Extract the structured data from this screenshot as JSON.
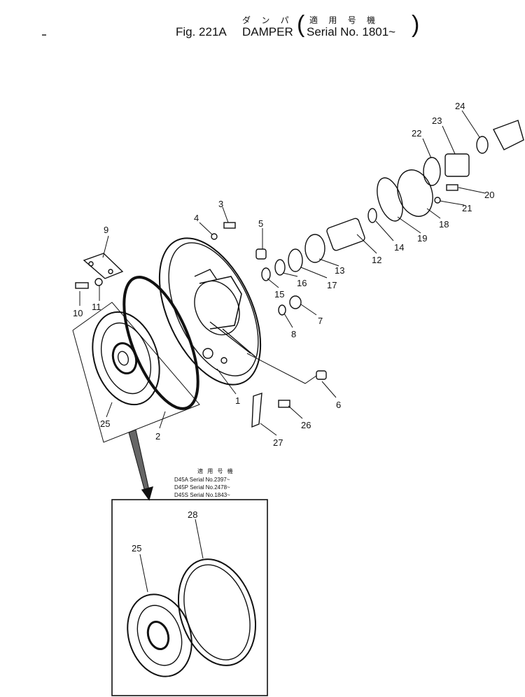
{
  "header": {
    "jp_title": "ダ ン パ",
    "fig_label": "Fig. 221A",
    "title": "DAMPER",
    "jp_serial": "適 用 号 機",
    "serial": "Serial No. 1801~"
  },
  "callouts": [
    "1",
    "2",
    "3",
    "4",
    "5",
    "6",
    "7",
    "8",
    "9",
    "10",
    "11",
    "12",
    "13",
    "14",
    "15",
    "16",
    "17",
    "18",
    "19",
    "20",
    "21",
    "22",
    "23",
    "24",
    "25",
    "26",
    "27"
  ],
  "inset": {
    "jp_header": "適 用 号 機",
    "serials": [
      "D45A Serial No.2397~",
      "D45P Serial No.2478~",
      "D45S Serial No.1843~"
    ],
    "callouts": [
      "28",
      "25"
    ]
  }
}
